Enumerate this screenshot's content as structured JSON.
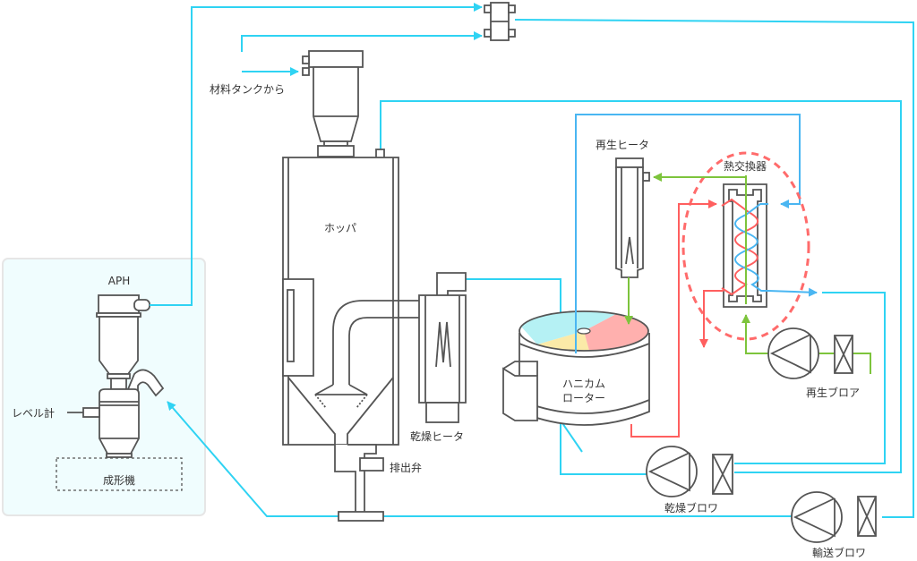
{
  "labels": {
    "aph": "APH",
    "level_gauge": "レベル計",
    "molding_machine": "成形機",
    "material_tank": "材料タンクから",
    "hopper": "ホッパ",
    "drying_heater": "乾燥ヒータ",
    "discharge_valve": "排出弁",
    "regen_heater": "再生ヒータ",
    "heat_exchanger": "熱交換器",
    "honeycomb_rotor_line1": "ハニカム",
    "honeycomb_rotor_line2": "ローター",
    "regen_blower": "再生ブロア",
    "drying_blower": "乾燥ブロワ",
    "transport_blower": "輸送ブロワ"
  },
  "colors": {
    "transport_line": "#2fd3f3",
    "process_air": "#4ab6f2",
    "hot_air": "#ff5f5f",
    "regen_air": "#7dc43c",
    "equipment": "#555555",
    "rotor_process": "#b5f1f4",
    "rotor_cooling": "#fbeaa8",
    "rotor_regen": "#ffb0ae"
  }
}
